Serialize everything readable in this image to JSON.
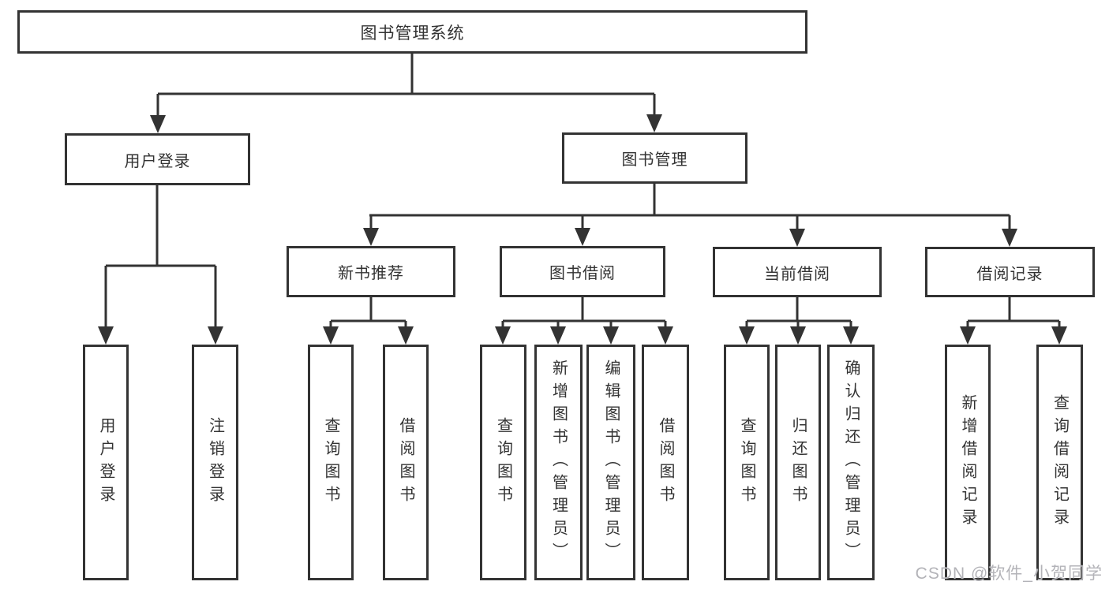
{
  "nodes": {
    "root": {
      "label": "图书管理系统"
    },
    "branches": [
      {
        "label": "用户登录"
      },
      {
        "label": "图书管理"
      }
    ],
    "modules": [
      {
        "label": "新书推荐"
      },
      {
        "label": "图书借阅"
      },
      {
        "label": "当前借阅"
      },
      {
        "label": "借阅记录"
      }
    ],
    "leaves": [
      {
        "label": "用户登录"
      },
      {
        "label": "注销登录"
      },
      {
        "label": "查询图书"
      },
      {
        "label": "借阅图书"
      },
      {
        "label": "查询图书"
      },
      {
        "label": "新增图书（管理员）"
      },
      {
        "label": "编辑图书（管理员）"
      },
      {
        "label": "借阅图书"
      },
      {
        "label": "查询图书"
      },
      {
        "label": "归还图书"
      },
      {
        "label": "确认归还（管理员）"
      },
      {
        "label": "新增借阅记录"
      },
      {
        "label": "查询借阅记录"
      }
    ]
  },
  "watermark": {
    "text": "CSDN @软件_小贺同学"
  },
  "colors": {
    "line": "#333333",
    "text": "#333333",
    "background": "#ffffff",
    "watermark": "#b3b3b8"
  }
}
